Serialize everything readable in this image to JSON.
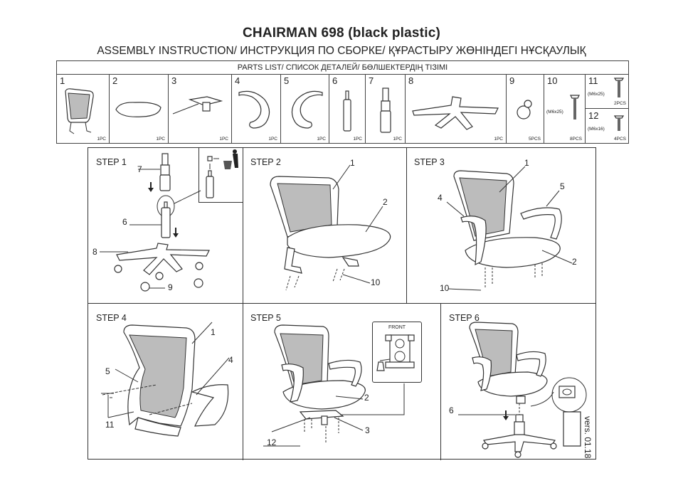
{
  "header": {
    "title": "CHAIRMAN 698 (black plastic)",
    "subtitle": "ASSEMBLY INSTRUCTION/ ИНСТРУКЦИЯ ПО СБОРКЕ/ ҚҰРАСТЫРУ ЖӨНІНДЕГІ НҰСҚАУЛЫҚ"
  },
  "parts_list": {
    "heading": "PARTS LIST/ СПИСОК ДЕТАЛЕЙ/ БӨЛШЕКТЕРДІҢ ТІЗІМІ",
    "items": [
      {
        "num": "1",
        "qty": "1PC",
        "icon": "backrest-icon"
      },
      {
        "num": "2",
        "qty": "1PC",
        "icon": "seat-icon"
      },
      {
        "num": "3",
        "qty": "1PC",
        "icon": "mechanism-icon"
      },
      {
        "num": "4",
        "qty": "1PC",
        "icon": "armrest-left-icon"
      },
      {
        "num": "5",
        "qty": "1PC",
        "icon": "armrest-right-icon"
      },
      {
        "num": "6",
        "qty": "1PC",
        "icon": "gas-lift-icon"
      },
      {
        "num": "7",
        "qty": "1PC",
        "icon": "gas-lift-cover-icon"
      },
      {
        "num": "8",
        "qty": "1PC",
        "icon": "base-icon"
      },
      {
        "num": "9",
        "qty": "5PCS",
        "icon": "caster-icon"
      },
      {
        "num": "10",
        "qty": "8PCS",
        "spec": "(M6x25)",
        "icon": "bolt-icon"
      },
      {
        "num": "11",
        "qty": "2PCS",
        "spec": "(M6x25)",
        "icon": "bolt-icon"
      },
      {
        "num": "12",
        "qty": "4PCS",
        "spec": "(M6x16)",
        "icon": "bolt-icon"
      }
    ]
  },
  "steps": [
    {
      "label": "STEP 1",
      "callouts": [
        "7",
        "6",
        "8",
        "9"
      ]
    },
    {
      "label": "STEP 2",
      "callouts": [
        "1",
        "2",
        "10"
      ]
    },
    {
      "label": "STEP 3",
      "callouts": [
        "1",
        "4",
        "5",
        "2",
        "10"
      ]
    },
    {
      "label": "STEP 4",
      "callouts": [
        "1",
        "5",
        "4",
        "11"
      ]
    },
    {
      "label": "STEP 5",
      "callouts": [
        "2",
        "3",
        "12"
      ],
      "inset_label": "FRONT"
    },
    {
      "label": "STEP 6",
      "callouts": [
        "6"
      ]
    }
  ],
  "footer": {
    "version": "vers. 01.18"
  }
}
